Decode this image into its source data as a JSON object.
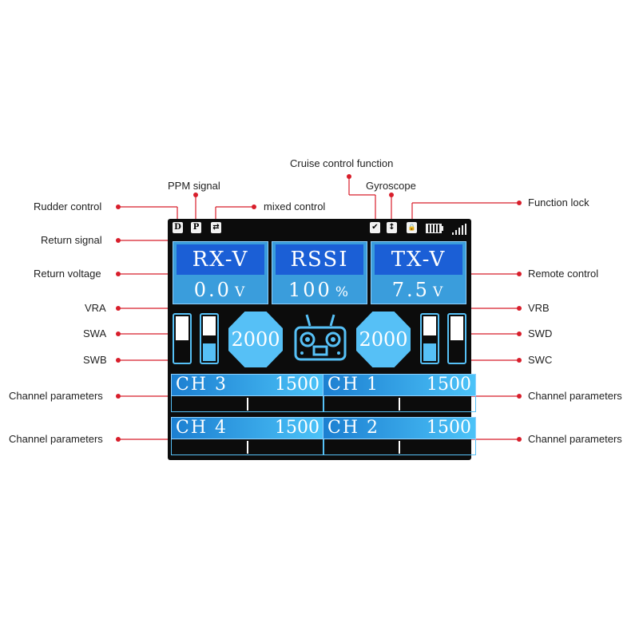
{
  "callouts": {
    "left": [
      "Rudder control",
      "Return signal",
      "Return voltage",
      "VRA",
      "SWA",
      "SWB",
      "Channel parameters",
      "Channel parameters"
    ],
    "top": [
      "PPM signal",
      "mixed control",
      "Cruise control function",
      "Gyroscope",
      "Function lock"
    ],
    "right": [
      "Remote control",
      "VRB",
      "SWD",
      "SWC",
      "Channel parameters",
      "Channel parameters"
    ]
  },
  "status_icons": {
    "rudder": "D",
    "ppm": "P",
    "mix": "⇄",
    "cruise": "✔",
    "gyro": "↕",
    "lock": "🔒"
  },
  "panels": {
    "rx": {
      "label": "RX-V",
      "value": "0.0",
      "unit": "V"
    },
    "rssi": {
      "label": "RSSI",
      "value": "100",
      "unit": "%"
    },
    "tx": {
      "label": "TX-V",
      "value": "7.5",
      "unit": "V"
    }
  },
  "knobs": {
    "vra": "2000",
    "vrb": "2000"
  },
  "channels": [
    {
      "name": "CH 3",
      "value": "1500"
    },
    {
      "name": "CH 1",
      "value": "1500"
    },
    {
      "name": "CH 4",
      "value": "1500"
    },
    {
      "name": "CH 2",
      "value": "1500"
    }
  ],
  "colors": {
    "accent": "#56c0f6",
    "label_bg": "#1b5fd6",
    "callout": "#d81e2b"
  }
}
